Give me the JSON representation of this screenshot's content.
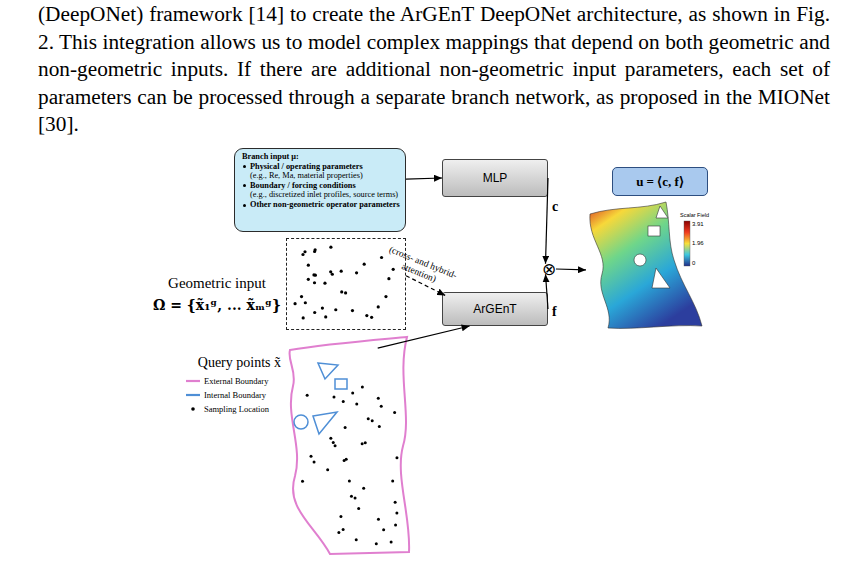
{
  "diagram": {
    "nodes": [
      {
        "text": [
          "Branch input μ:",
          "Physical / operating parameters",
          "(e.g., Re, Ma, material properties)",
          "Boundary / forcing conditions",
          "(e.g., discretized inlet profiles, source terms)",
          "Other non-geometric operator parameters"
        ]
      },
      {
        "text": [
          "MLP"
        ]
      },
      {
        "text": [
          "u = ⟨c, f⟩"
        ]
      },
      {
        "text": [
          "⊗"
        ]
      },
      {
        "text": [
          "Scalar Field",
          "3.91",
          "1.96",
          "0"
        ]
      },
      {
        "text": [
          "Geometric input",
          "Ω = {x̃₁ᵍ, ... x̃ₘᵍ}"
        ]
      },
      {
        "text": [
          "ArGEnT"
        ]
      },
      {
        "text": [
          "Query points x̃"
        ]
      }
    ],
    "edges": [
      {
        "from": 0,
        "to": 1,
        "arrow": "to"
      },
      {
        "from": 1,
        "to": 3,
        "label": "c",
        "arrow": "to"
      },
      {
        "from": 6,
        "to": 3,
        "label": "f",
        "arrow": "to"
      },
      {
        "from": 3,
        "to": 4,
        "arrow": "to"
      },
      {
        "from": 5,
        "to": 6,
        "label": "(cross- and hybrid-attention)",
        "arrow": "to"
      },
      {
        "from": 7,
        "to": 6,
        "arrow": "to"
      }
    ],
    "labels": [
      "(DeepONet) framework [14] to create the ArGEnT DeepONet architecture, as shown in Fig. 2. This integration allows us to model complex mappings that depend on both geometric and non-geometric inputs. If there are additional non-geometric input parameters, each set of parameters can be processed through a separate branch network, as proposed in the MIONet [30]."
    ],
    "legend": [
      {
        "text": "External Boundary"
      },
      {
        "text": "Internal Boundary"
      },
      {
        "text": "Sampling Location"
      }
    ]
  }
}
